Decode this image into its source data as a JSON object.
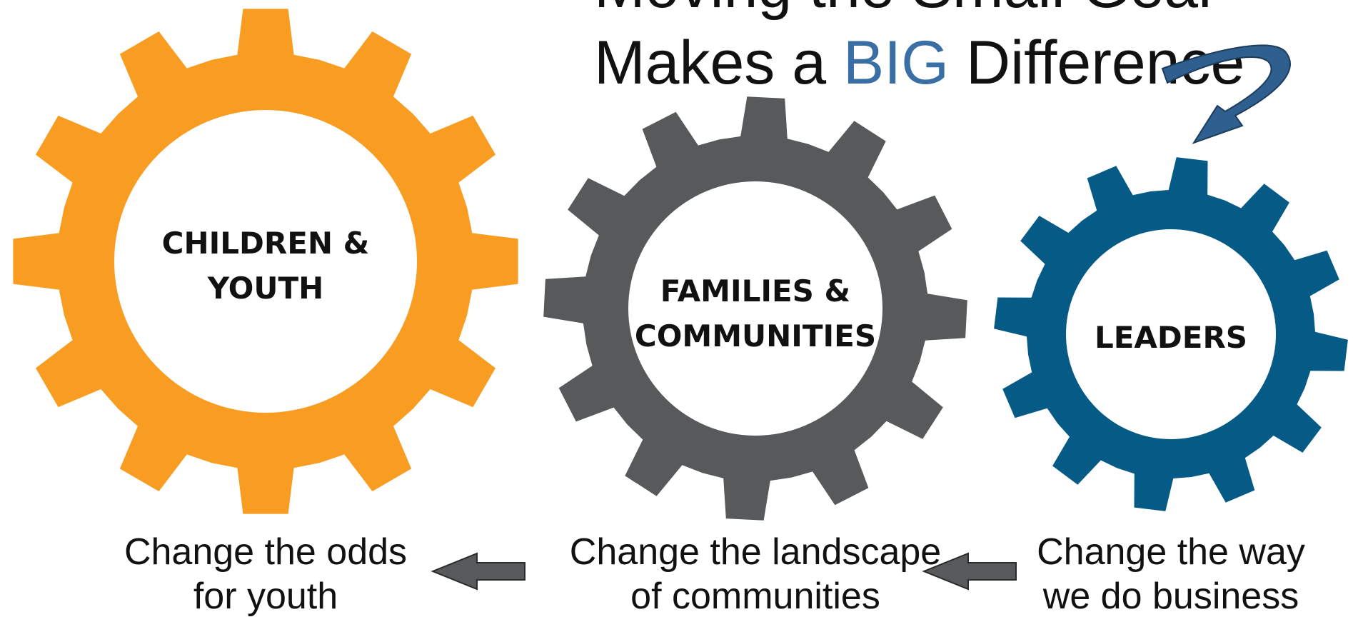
{
  "title": {
    "line1": "Moving the Small Gear",
    "line2_prefix": "Makes a ",
    "line2_highlight": "BIG",
    "line2_suffix": " Difference"
  },
  "gears": [
    {
      "label_lines": [
        "CHILDREN &",
        "YOUTH"
      ],
      "color": "#F89C22",
      "caption_lines": [
        "Change the odds",
        "for youth"
      ]
    },
    {
      "label_lines": [
        "FAMILIES &",
        "COMMUNITIES"
      ],
      "color": "#58595B",
      "caption_lines": [
        "Change the landscape",
        "of communities"
      ]
    },
    {
      "label_lines": [
        "LEADERS"
      ],
      "color": "#065B86",
      "caption_lines": [
        "Change the way",
        "we do business"
      ]
    }
  ],
  "colors": {
    "highlight": "#3A6FA6",
    "arrow": "#58595B",
    "curved_arrow": "#2F5F8F"
  },
  "icons": {
    "flow_arrow": "left-arrow-icon",
    "curved_arrow": "curved-arrow-icon"
  }
}
